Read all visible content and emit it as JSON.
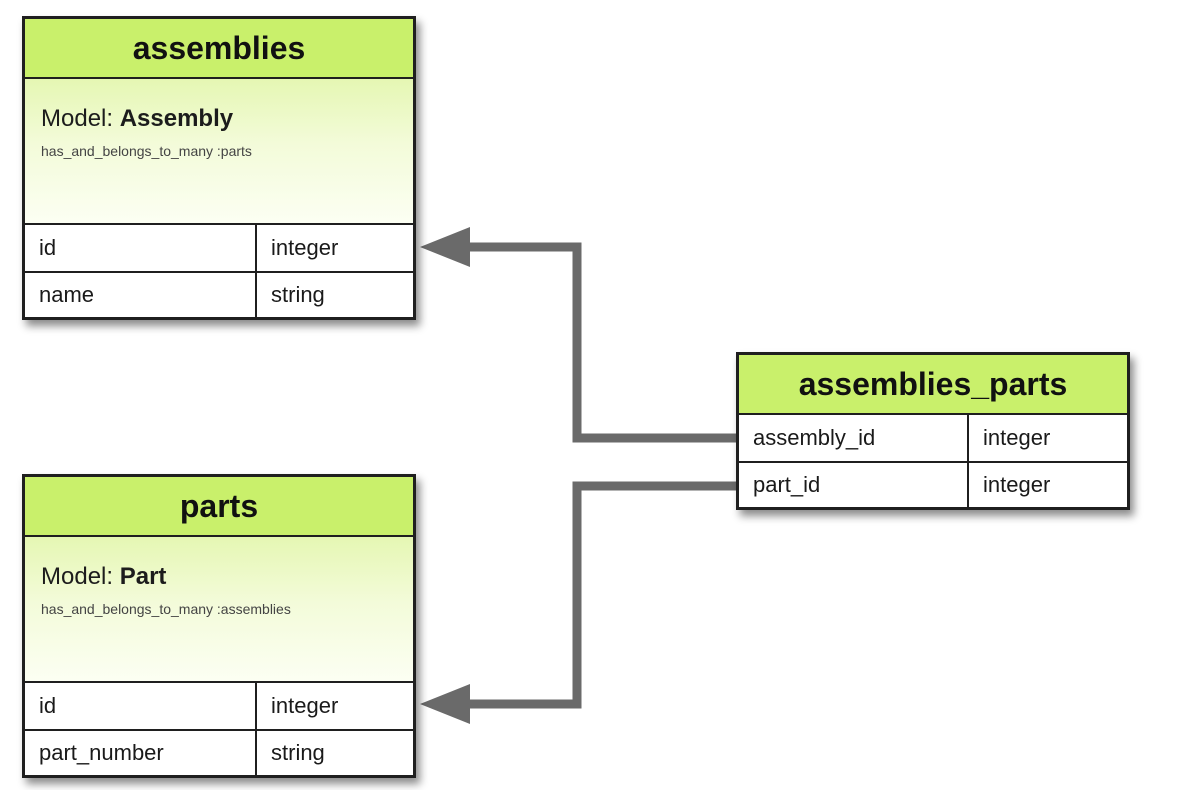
{
  "assemblies": {
    "title": "assemblies",
    "model_label": "Model:",
    "model_name": "Assembly",
    "association": "has_and_belongs_to_many :parts",
    "rows": [
      {
        "name": "id",
        "type": "integer"
      },
      {
        "name": "name",
        "type": "string"
      }
    ]
  },
  "parts": {
    "title": "parts",
    "model_label": "Model:",
    "model_name": "Part",
    "association": "has_and_belongs_to_many :assemblies",
    "rows": [
      {
        "name": "id",
        "type": "integer"
      },
      {
        "name": "part_number",
        "type": "string"
      }
    ]
  },
  "assemblies_parts": {
    "title": "assemblies_parts",
    "rows": [
      {
        "name": "assembly_id",
        "type": "integer"
      },
      {
        "name": "part_id",
        "type": "integer"
      }
    ]
  },
  "colors": {
    "header": "#c9f06b",
    "border": "#1f1f1f",
    "connector": "#6a6a6a"
  }
}
